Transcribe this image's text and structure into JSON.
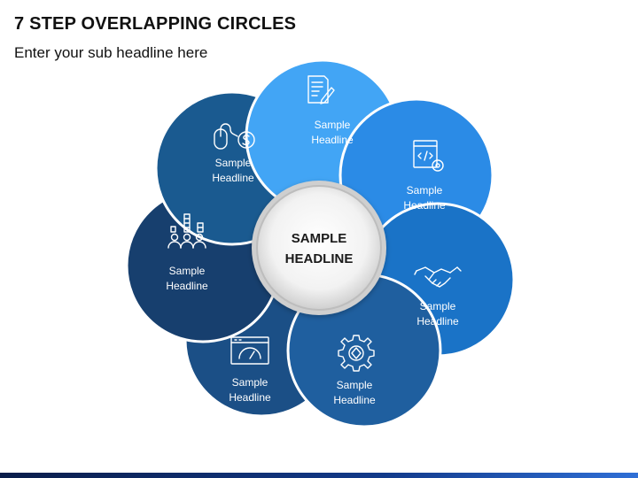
{
  "header": {
    "title": "7 STEP OVERLAPPING CIRCLES",
    "subtitle": "Enter your sub headline here"
  },
  "center": {
    "line1": "SAMPLE",
    "line2": "HEADLINE"
  },
  "segments": [
    {
      "line1": "Sample",
      "line2": "Headline",
      "icon": "document-pen-icon",
      "color": "#42a5f5"
    },
    {
      "line1": "Sample",
      "line2": "Headline",
      "icon": "code-window-gear-icon",
      "color": "#2b8be6"
    },
    {
      "line1": "Sample",
      "line2": "Headline",
      "icon": "handshake-icon",
      "color": "#1a73c7"
    },
    {
      "line1": "Sample",
      "line2": "Headline",
      "icon": "gear-icon",
      "color": "#1f5f9f"
    },
    {
      "line1": "Sample",
      "line2": "Headline",
      "icon": "speedometer-window-icon",
      "color": "#1b4f86"
    },
    {
      "line1": "Sample",
      "line2": "Headline",
      "icon": "team-chart-icon",
      "color": "#173f6e"
    },
    {
      "line1": "Sample",
      "line2": "Headline",
      "icon": "mouse-dollar-icon",
      "color": "#1a5a90"
    }
  ]
}
